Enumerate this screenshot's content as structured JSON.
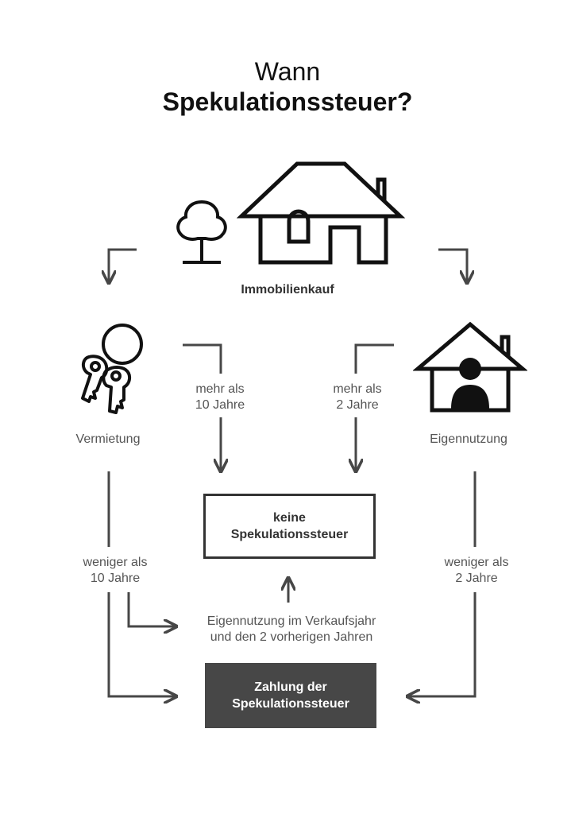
{
  "title": {
    "line1": "Wann",
    "line2": "Spekulationssteuer?"
  },
  "nodes": {
    "purchase": "Immobilienkauf",
    "rental": "Vermietung",
    "owner_occupancy": "Eigennutzung",
    "no_tax": {
      "line1": "keine",
      "line2": "Spekulationssteuer"
    },
    "pay_tax": {
      "line1": "Zahlung der",
      "line2": "Spekulationssteuer"
    }
  },
  "edges": {
    "rental_more": {
      "line1": "mehr als",
      "line2": "10 Jahre"
    },
    "owner_more": {
      "line1": "mehr als",
      "line2": "2 Jahre"
    },
    "rental_less": {
      "line1": "weniger als",
      "line2": "10 Jahre"
    },
    "owner_less": {
      "line1": "weniger als",
      "line2": "2 Jahre"
    },
    "self_use": {
      "line1": "Eigennutzung im Verkaufsjahr",
      "line2": "und den 2 vorherigen Jahren"
    }
  },
  "icons": [
    "tree-icon",
    "house-icon",
    "keys-icon",
    "home-person-icon"
  ],
  "colors": {
    "line": "#474747",
    "box_dark": "#474747",
    "text_gray": "#555555"
  }
}
